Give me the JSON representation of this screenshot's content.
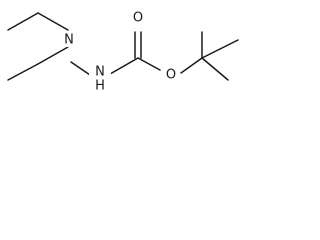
{
  "molecule": {
    "atoms": {
      "n1": "N",
      "n2_label": "N",
      "n2_h": "H",
      "o_carbonyl": "O",
      "o_ester": "O"
    },
    "colors": {
      "bond": "#1a1a1a",
      "text": "#1a1a1a",
      "background": "#ffffff"
    }
  }
}
